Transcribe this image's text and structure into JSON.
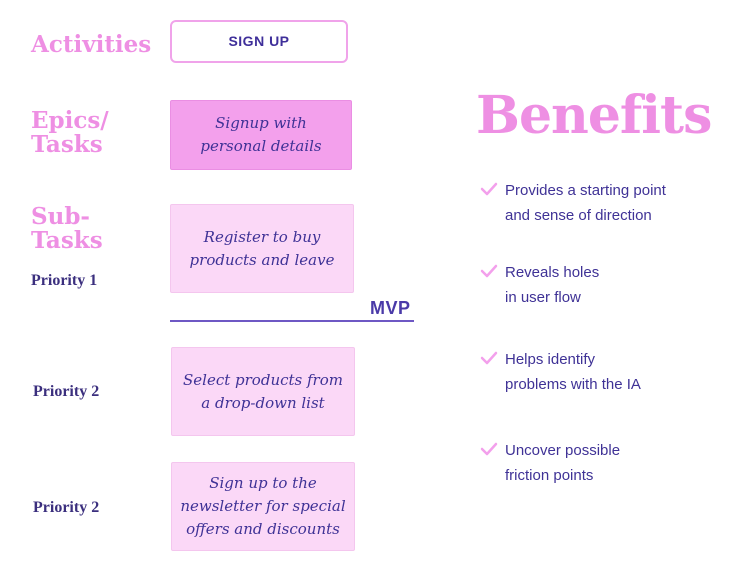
{
  "rows": {
    "activities": "Activities",
    "epics": "Epics/\nTasks",
    "subtasks": "Sub-\nTasks"
  },
  "priorities": {
    "p1": "Priority 1",
    "p2a": "Priority 2",
    "p2b": "Priority 2"
  },
  "cards": {
    "activity": "SIGN UP",
    "epic": "Signup with\npersonal details",
    "subtask1": "Register to buy\nproducts and leave",
    "subtask2": "Select products from\na drop-down list",
    "subtask3": "Sign up to the\nnewsletter for special\noffers and discounts"
  },
  "mvp": "MVP",
  "benefits": {
    "title": "Benefits",
    "items": [
      "Provides a starting point\nand sense of direction",
      "Reveals holes\nin user flow",
      "Helps identify\nproblems with the IA",
      "Uncover possible\nfriction points"
    ]
  },
  "colors": {
    "pink_heading": "#ee8fe3",
    "card_light": "#fbd8f7",
    "card_strong": "#f3a0ec",
    "text_dark": "#3f3296",
    "priority_text": "#3b2f7e",
    "check": "#f3a0ec"
  },
  "icons": {
    "benefit_bullet": "checkmark-icon"
  }
}
